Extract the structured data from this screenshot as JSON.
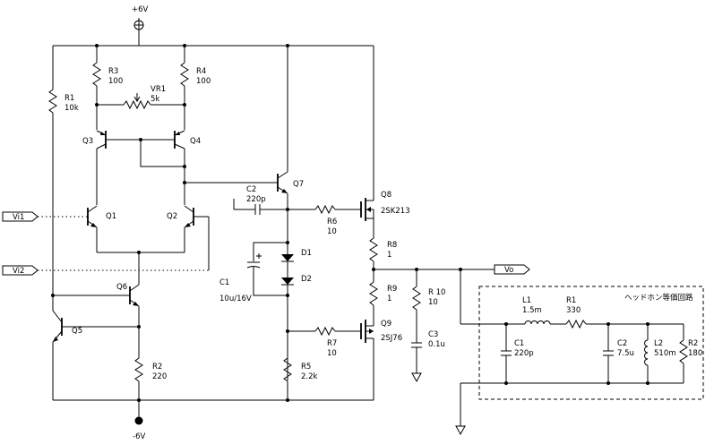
{
  "supply": {
    "pos": "+6V",
    "neg": "-6V"
  },
  "ports": {
    "vi1": "Vi1",
    "vi2": "Vi2",
    "vo": "Vo"
  },
  "parts": {
    "r1": [
      "R1",
      "10k"
    ],
    "r2": [
      "R2",
      "220"
    ],
    "r3": [
      "R3",
      "100"
    ],
    "r4": [
      "R4",
      "100"
    ],
    "vr1": [
      "VR1",
      "5k"
    ],
    "r5": [
      "R5",
      "2.2k"
    ],
    "r6": [
      "R6",
      "10"
    ],
    "r7": [
      "R7",
      "10"
    ],
    "r8": [
      "R8",
      "1"
    ],
    "r9": [
      "R9",
      "1"
    ],
    "r10": [
      "R 10",
      "10"
    ],
    "c1": [
      "C1",
      "10u/16V"
    ],
    "c2": [
      "C2",
      "220p"
    ],
    "c3": [
      "C3",
      "0.1u"
    ],
    "d1": "D1",
    "d2": "D2",
    "q1": "Q1",
    "q2": "Q2",
    "q3": "Q3",
    "q4": "Q4",
    "q5": "Q5",
    "q6": "Q6",
    "q7": "Q7",
    "q8": [
      "Q8",
      "2SK213"
    ],
    "q9": [
      "Q9",
      "2SJ76"
    ]
  },
  "headphone": {
    "title": "ヘッドホン等価回路",
    "l1": [
      "L1",
      "1.5m"
    ],
    "r1": [
      "R1",
      "330"
    ],
    "c1": [
      "C1",
      "220p"
    ],
    "c2": [
      "C2",
      "7.5u"
    ],
    "l2": [
      "L2",
      "510m"
    ],
    "r2": [
      "R2",
      "180"
    ]
  }
}
